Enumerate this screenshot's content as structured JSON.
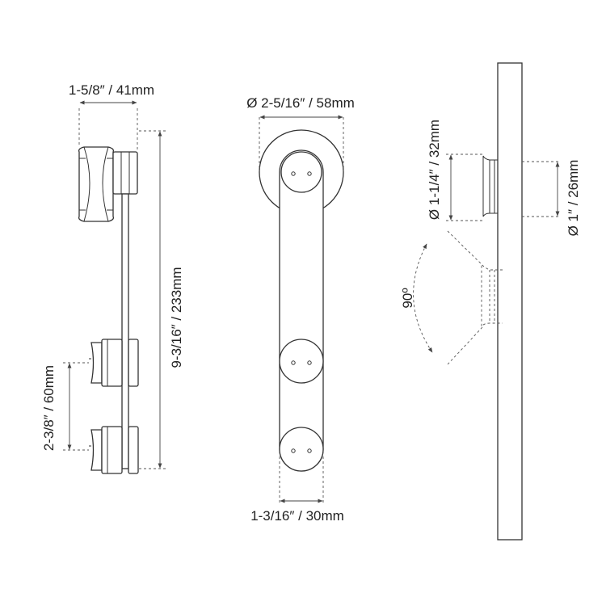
{
  "dimensions": {
    "wheel_width": "1-5/8″ / 41mm",
    "wheel_diameter": "Ø 2-5/16″ / 58mm",
    "total_height": "9-3/16″ / 233mm",
    "roller_spacing": "2-3/8″ / 60mm",
    "roller_diameter": "1-3/16″ / 30mm",
    "clamp_outer_diameter": "Ø 1-1/4″ / 32mm",
    "rail_diameter": "Ø 1″ / 26mm",
    "rotation_angle": "90º"
  },
  "colors": {
    "line": "#333333",
    "text": "#222222",
    "background": "#ffffff"
  }
}
